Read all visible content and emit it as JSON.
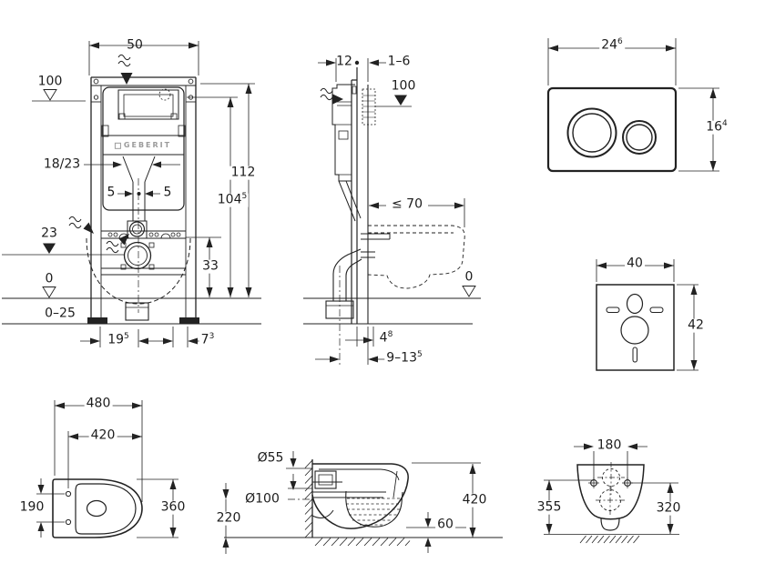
{
  "colors": {
    "line": "#222222",
    "background": "#ffffff",
    "logo_gray": "#9b9b9b"
  },
  "front": {
    "frame_width": "50",
    "supply_height": "100",
    "flush_bend_heights": "18/23",
    "side_adjust_left": "5",
    "side_adjust_right": "5",
    "drain_center_height": "23",
    "floor_level": "0",
    "floor_build_range": "0–25",
    "frame_height": "112",
    "frame_height_alt": {
      "main": "104",
      "sup": "5"
    },
    "outlet_height": "33",
    "outlet_offset_left": {
      "main": "19",
      "sup": "5"
    },
    "outlet_offset_right": {
      "main": "7",
      "sup": "3"
    },
    "logo": "GEBERIT"
  },
  "side": {
    "frame_depth": "12",
    "wall_finish_range": "1–6",
    "supply_height": "100",
    "pan_depth_max": "≤ 70",
    "floor_level": "0",
    "outlet_offset": {
      "main": "4",
      "sup": "8"
    },
    "outlet_range": {
      "main": "9–13",
      "sup": "5"
    }
  },
  "plate": {
    "width": {
      "main": "24",
      "sup": "6"
    },
    "height": {
      "main": "16",
      "sup": "4"
    }
  },
  "pad": {
    "width": "40",
    "height": "42"
  },
  "pan_top": {
    "length": "480",
    "inner_length": "420",
    "hole_spacing": "190",
    "width": "360"
  },
  "pan_side": {
    "inlet_dia": "Ø55",
    "outlet_dia": "Ø100",
    "outlet_center_height": "220",
    "height": "420",
    "clearance": "60"
  },
  "pan_back": {
    "hole_spacing": "180",
    "height_left": "355",
    "height_right": "320"
  }
}
